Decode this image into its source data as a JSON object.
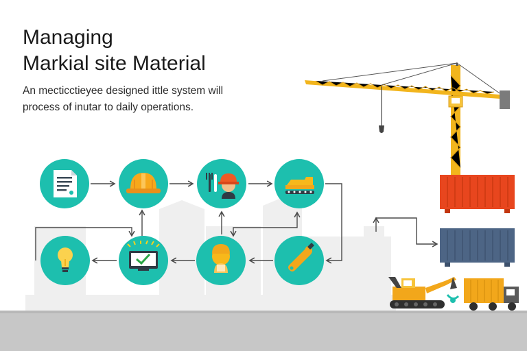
{
  "header": {
    "title_line1": "Managing",
    "title_line2": "Markial site Material",
    "subtitle_line1": "An mecticctieyee designed ittle system will",
    "subtitle_line2": "process of inutar to daily operations."
  },
  "flow": {
    "steps": [
      {
        "id": "document",
        "icon": "document-icon"
      },
      {
        "id": "hard-hat",
        "icon": "hard-hat-icon"
      },
      {
        "id": "worker-tools",
        "icon": "worker-tools-icon"
      },
      {
        "id": "conveyor",
        "icon": "conveyor-icon"
      },
      {
        "id": "wrench",
        "icon": "wrench-icon"
      },
      {
        "id": "worker",
        "icon": "worker-icon"
      },
      {
        "id": "monitor-check",
        "icon": "monitor-check-icon"
      },
      {
        "id": "lightbulb",
        "icon": "lightbulb-icon"
      }
    ]
  },
  "colors": {
    "circle": "#1dbfae",
    "arrow": "#4a4a4a",
    "crane": "#f2b51d",
    "container_red": "#e8461e",
    "container_blue": "#4d6585",
    "ground": "#c6c6c6",
    "skyline": "#eeeeee"
  }
}
